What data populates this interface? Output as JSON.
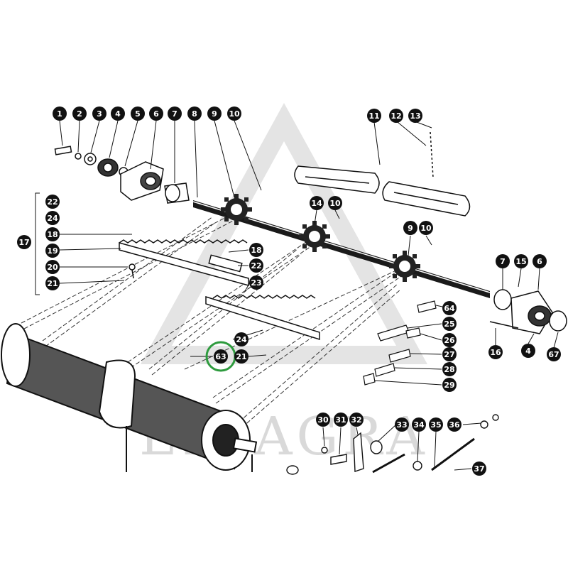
{
  "watermark": "LYSAGRA",
  "highlight_color": "#2e9b3e",
  "ink_color": "#111111",
  "part_numbers": {
    "p1": "1",
    "p2": "2",
    "p3": "3",
    "p4": "4",
    "p5": "5",
    "p6": "6",
    "p7": "7",
    "p8": "8",
    "p9": "9",
    "p10": "10",
    "p11": "11",
    "p12": "12",
    "p13": "13",
    "p22": "22",
    "p24": "24",
    "p18": "18",
    "p17": "17",
    "p19": "19",
    "p20": "20",
    "p21": "21",
    "p14": "14",
    "p10b": "10",
    "p18b": "18",
    "p22b": "22",
    "p23": "23",
    "p9b": "9",
    "p10c": "10",
    "p7b": "7",
    "p15": "15",
    "p6b": "6",
    "p64": "64",
    "p25": "25",
    "p26": "26",
    "p27": "27",
    "p28": "28",
    "p29": "29",
    "p24b": "24",
    "p63": "63",
    "p21b": "21",
    "p16": "16",
    "p4b": "4",
    "p67": "67",
    "p30": "30",
    "p31": "31",
    "p32": "32",
    "p33": "33",
    "p34": "34",
    "p35": "35",
    "p36": "36",
    "p37": "37"
  }
}
